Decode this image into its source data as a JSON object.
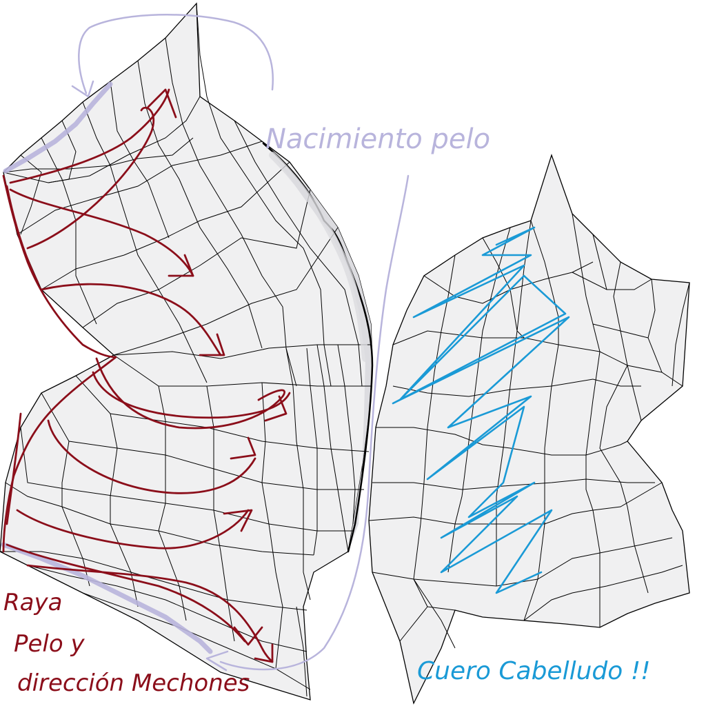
{
  "annotations": {
    "hairline": "Nacimiento pelo",
    "part_line": "Raya",
    "part_line_2": "Pelo y",
    "part_line_3": "dirección Mechones",
    "scalp": "Cuero Cabelludo !!"
  },
  "colors": {
    "background": "#ffffff",
    "mesh_fill": "#f0f0f1",
    "mesh_edge": "#000000",
    "shade": "#dcdce0",
    "hairline_note": "#b8b4dc",
    "strand_arrows": "#8b0e1a",
    "scalp_scribble": "#1a9ad6"
  },
  "icons": {
    "uv_left": "uv-island-left",
    "uv_right": "uv-island-right",
    "arrows": "direction-arrow-icon"
  }
}
